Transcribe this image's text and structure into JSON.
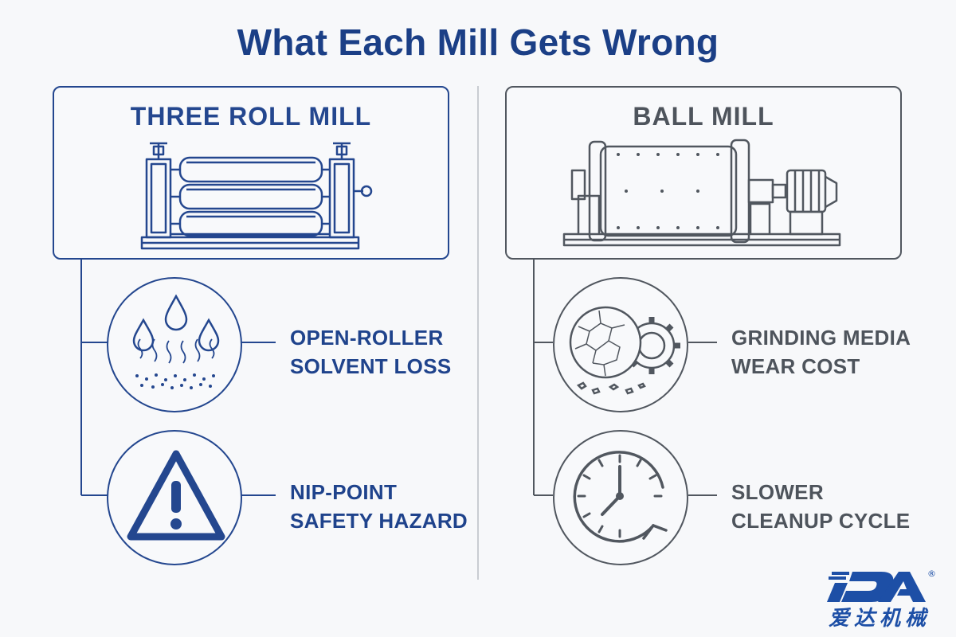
{
  "title": "What Each Mill Gets Wrong",
  "left": {
    "heading": "THREE ROLL MILL",
    "items": [
      {
        "icon": "solvent-evaporation-icon",
        "line1": "OPEN-ROLLER",
        "line2": "SOLVENT LOSS"
      },
      {
        "icon": "warning-triangle-icon",
        "line1": "NIP-POINT",
        "line2": "SAFETY HAZARD"
      }
    ]
  },
  "right": {
    "heading": "BALL MILL",
    "items": [
      {
        "icon": "worn-ball-gear-icon",
        "line1": "GRINDING MEDIA",
        "line2": "WEAR COST"
      },
      {
        "icon": "clock-cycle-icon",
        "line1": "SLOWER",
        "line2": "CLEANUP CYCLE"
      }
    ]
  },
  "logo": {
    "brand": "IDA",
    "registered": "®",
    "chinese": "爱达机械"
  },
  "colors": {
    "primary": "#24478f",
    "secondary": "#51575f",
    "background": "#f7f8fa"
  }
}
